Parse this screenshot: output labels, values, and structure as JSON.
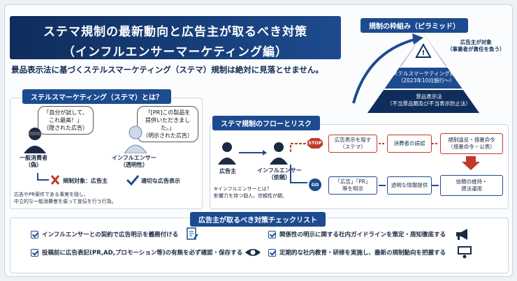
{
  "title": {
    "line1": "ステマ規制の最新動向と広告主が取るべき対策",
    "line2": "（インフルエンサーマーケティング編）"
  },
  "lead": "景品表示法に基づくステルスマーケティング（ステマ）規制は絶対に見落とせません。",
  "pyramid": {
    "tab": "規制の枠組み（ピラミッド）",
    "top_label": "広告主が対象\n（事業者が責任を負う）",
    "mid_label": "ステルスマーケティング規制\n（2023年10月施行〜）",
    "bottom_label": "景品表示法\n（不当景品類及び不当表示防止法）"
  },
  "what": {
    "tab": "ステルスマーケティング（ステマ）とは？",
    "bubble_left": "「自分が試して、\nこれ最高！」\n（隠された広告）",
    "bubble_right": "「[PR]この製品を\n提供いただきました。」\n（明示された広告）",
    "person_left": "一般消費者\n（偽）",
    "person_right": "インフルエンサー\n（透明性）",
    "result_left": "規制対象：広告主",
    "result_right": "適切な広告表示",
    "note": "広告やPR案件である事実を隠し、\n中立的な一般消費者を装って宣伝を行う行為。"
  },
  "flow": {
    "tab": "ステマ規制のフローとリスク",
    "advertiser": "広告主",
    "influencer": "インフルエンサー\n（依頼）",
    "note": "※インフルエンサーとは？\n影響力を持つ個人。信頼性が鍵。",
    "stop": "STOP",
    "go": "GO",
    "red_steps": [
      "広告表示を隠す\n（ステマ）",
      "消費者の誤認",
      "規制違反・措置命令\n（措置命令・公表）"
    ],
    "blue_steps": [
      "「広告」「PR」\n等を明示",
      "透明な情報提供",
      "信頼の維持・\n適法運用"
    ]
  },
  "checklist": {
    "tab": "広告主が取るべき対策チェックリスト",
    "items": [
      "インフルエンサーとの契約で広告明示を義務付ける",
      "関係性の明示に関する社内ガイドラインを策定・周知徹底する",
      "投稿前に広告表記(PR,AD,プロモーション等)の有無を必ず確認・保存する",
      "定期的な社内教育・研修を実施し、最新の規制動向を把握する"
    ]
  },
  "colors": {
    "navy": "#1d4b8f",
    "red": "#c0392b",
    "dark": "#0f2d5c"
  }
}
